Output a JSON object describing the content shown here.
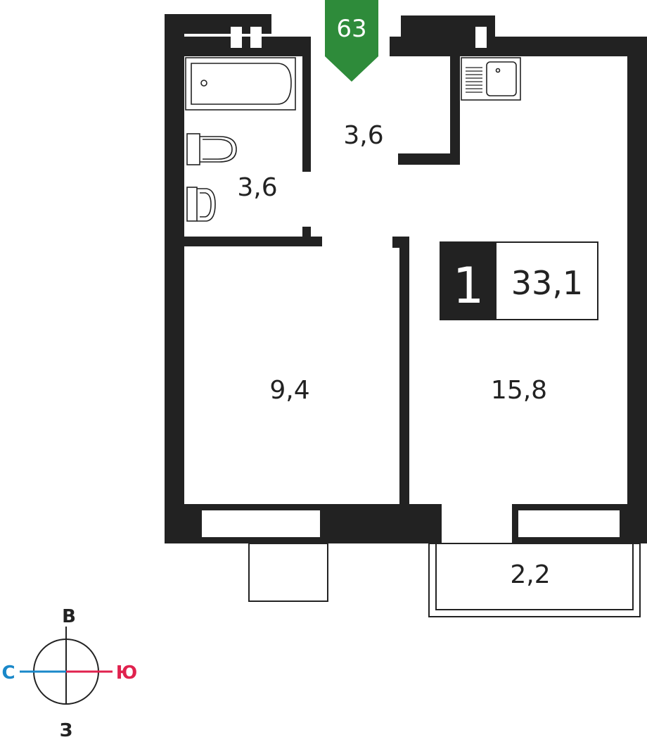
{
  "apartment": {
    "number": "63",
    "rooms": "1",
    "total_area": "33,1"
  },
  "rooms": {
    "bathroom": "3,6",
    "hall": "3,6",
    "bedroom": "9,4",
    "living": "15,8",
    "balcony": "2,2"
  },
  "compass": {
    "north": "С",
    "south": "Ю",
    "east": "В",
    "west": "З"
  },
  "colors": {
    "wall": "#222222",
    "marker": "#2e8b3a",
    "north": "#1a88c9",
    "south": "#e0224e"
  }
}
